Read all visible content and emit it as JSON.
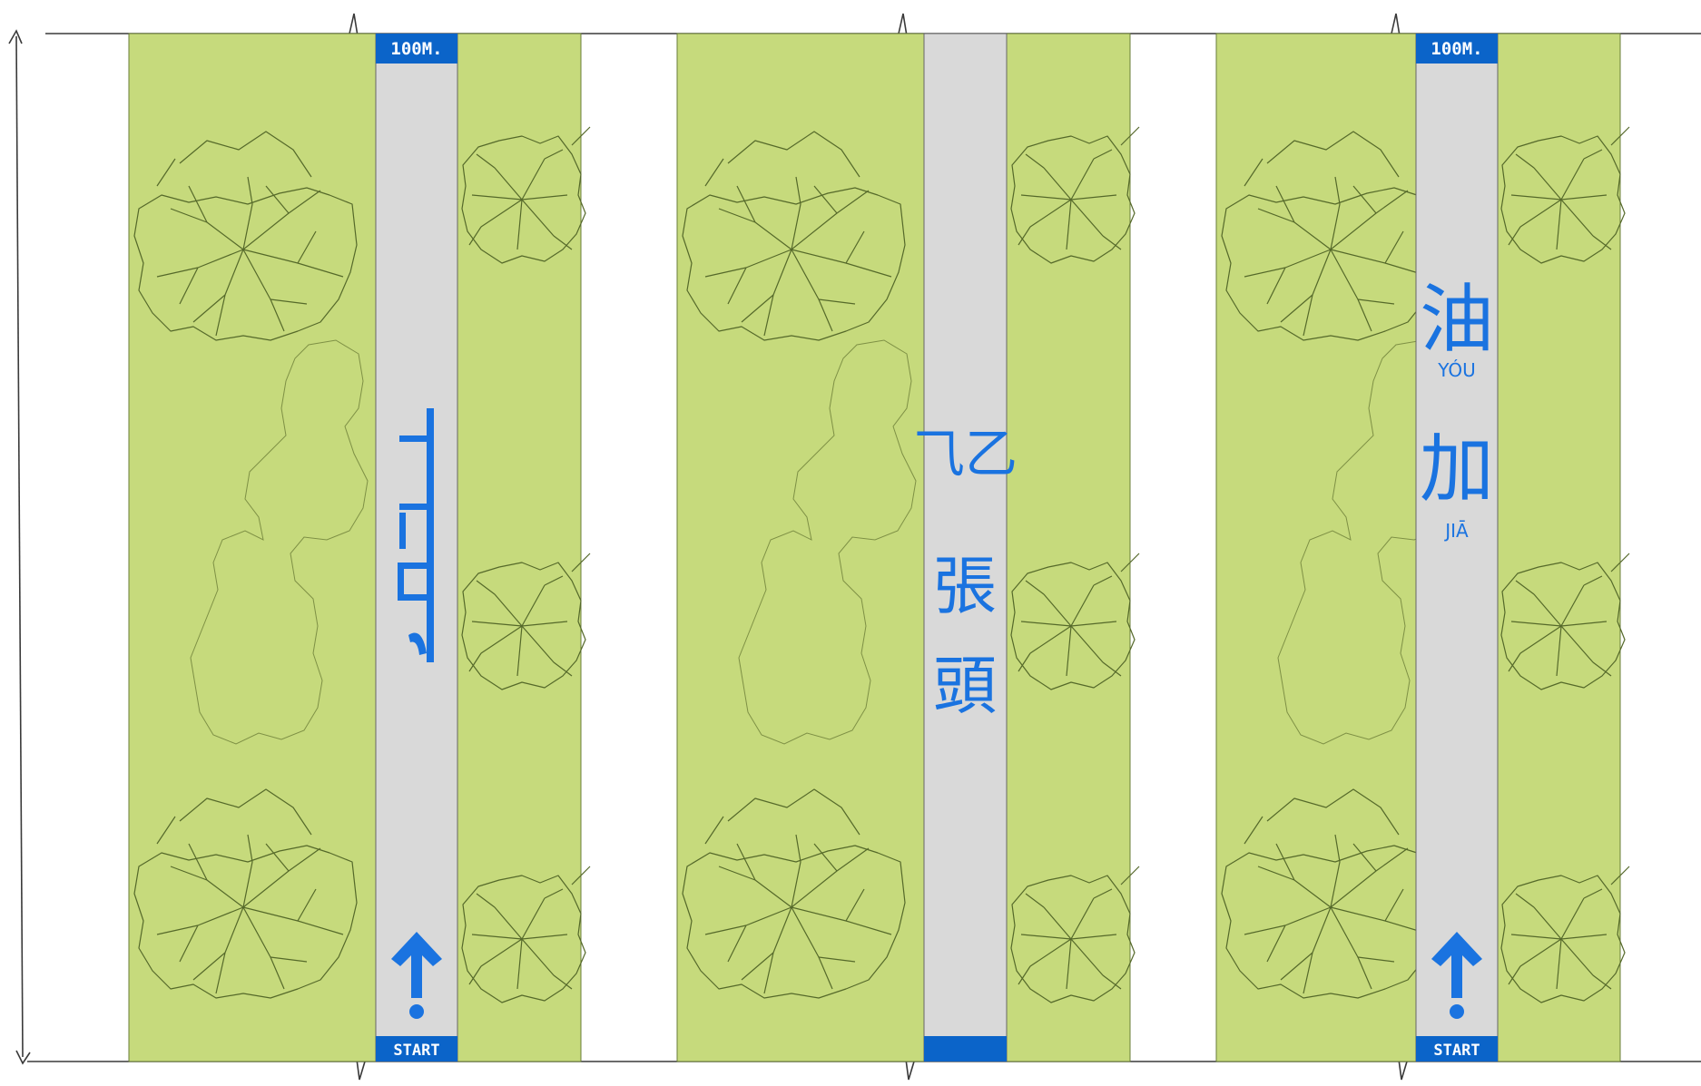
{
  "labels": {
    "top_distance": "100M.",
    "start": "START"
  },
  "lanes": [
    {
      "top_label": "100M.",
      "bottom_label": "START",
      "lane_text": "ᠰᠢᠨ ᠵᠢᠩ",
      "arrow": true
    },
    {
      "top_label": "",
      "bottom_label": "",
      "lane_text": "",
      "arrow": false,
      "chars": [
        "⺄乙",
        "張",
        "頭"
      ]
    },
    {
      "top_label": "100M.",
      "bottom_label": "START",
      "arrow": true,
      "chars": [
        {
          "hanzi": "油",
          "pinyin": "YÓU"
        },
        {
          "hanzi": "加",
          "pinyin": "JIĀ"
        }
      ]
    }
  ],
  "colors": {
    "grass": "#c6da7c",
    "track": "#d9d9d9",
    "accent": "#0b64c9",
    "ink": "#1a73e0",
    "outline": "#55692a"
  },
  "icons": [
    "up-arrow-icon",
    "tree-icon",
    "shrub-icon"
  ]
}
